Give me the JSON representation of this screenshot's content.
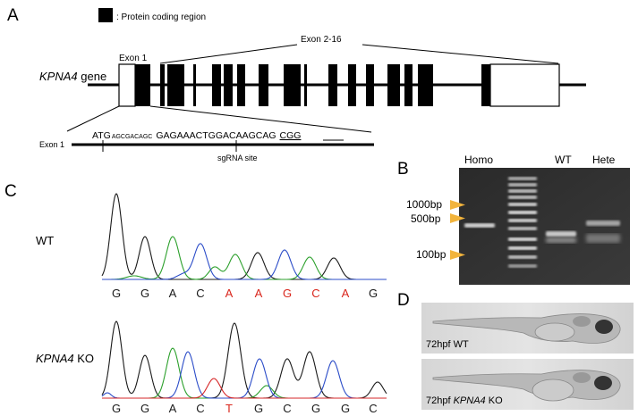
{
  "panels": {
    "A": "A",
    "B": "B",
    "C": "C",
    "D": "D"
  },
  "gene": {
    "legend": ": Protein coding region",
    "gene_name": "KPNA4",
    "gene_suffix": " gene",
    "exon1_label": "Exon 1",
    "exon2_16_label": "Exon 2-16",
    "zoom_exon_label": "Exon 1",
    "seq_atg": "ATG",
    "seq_small": "AGCGACAGC",
    "seq_main": "GAGAAACTGGACAAGCAG",
    "seq_pam": "CGG",
    "sgrna_label": "sgRNA site"
  },
  "gel": {
    "lanes": [
      "Homo",
      "WT",
      "Hete"
    ],
    "markers": [
      "1000bp",
      "500bp",
      "100bp"
    ],
    "arrow_color": "#f2b43c"
  },
  "chromatogram": {
    "wt_label": "WT",
    "ko_gene": "KPNA4",
    "ko_suffix": " KO",
    "wt_bases": [
      "G",
      "G",
      "A",
      "C",
      "A",
      "A",
      "G",
      "C",
      "A",
      "G"
    ],
    "wt_highlight": [
      4,
      5,
      6,
      7,
      8
    ],
    "ko_bases": [
      "G",
      "G",
      "A",
      "C",
      "T",
      "G",
      "C",
      "G",
      "G",
      "C"
    ],
    "ko_highlight": [
      4
    ],
    "highlight_color": "#d9261c"
  },
  "embryos": {
    "wt_label": "72hpf WT",
    "ko_prefix": "72hpf ",
    "ko_gene": "KPNA4",
    "ko_suffix": " KO"
  }
}
